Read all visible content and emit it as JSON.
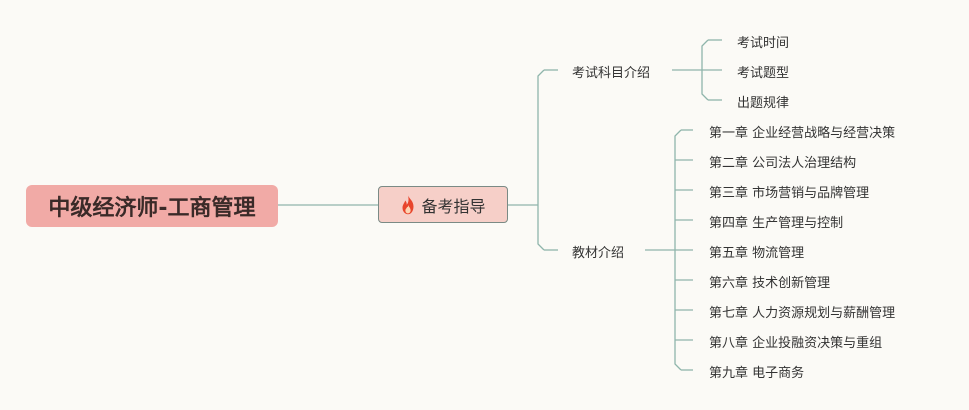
{
  "root": {
    "label": "中级经济师-工商管理"
  },
  "branch": {
    "label": "备考指导",
    "icon": "fire-icon"
  },
  "subtopics": [
    {
      "label": "考试科目介绍",
      "children": [
        "考试时间",
        "考试题型",
        "出题规律"
      ]
    },
    {
      "label": "教材介绍",
      "children": [
        "第一章 企业经营战略与经营决策",
        "第二章 公司法人治理结构",
        "第三章 市场营销与品牌管理",
        "第四章 生产管理与控制",
        "第五章 物流管理",
        "第六章 技术创新管理",
        "第七章 人力资源规划与薪酬管理",
        "第八章 企业投融资决策与重组",
        "第九章 电子商务"
      ]
    }
  ],
  "colors": {
    "root_fill": "#f1aaa6",
    "branch_fill": "#f6cfc8",
    "connector": "#8fb5ab",
    "fire": "#e8452c"
  }
}
